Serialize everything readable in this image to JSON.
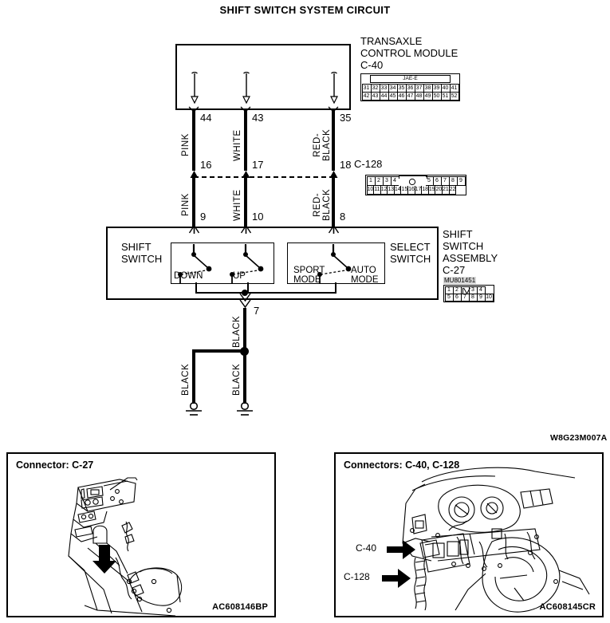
{
  "title": "SHIFT SWITCH SYSTEM CIRCUIT",
  "drawing_code": "W8G23M007A",
  "tcm": {
    "name_line1": "TRANSAXLE",
    "name_line2": "CONTROL MODULE",
    "connector_id": "C-40",
    "grid_header": "JAE-E",
    "grid_row_top": [
      "31",
      "32",
      "33",
      "34",
      "35",
      "36",
      "37",
      "38",
      "39",
      "40",
      "41"
    ],
    "grid_row_bottom": [
      "42",
      "43",
      "44",
      "45",
      "46",
      "47",
      "48",
      "49",
      "50",
      "51",
      "52"
    ]
  },
  "c128": {
    "label": "C-128",
    "pin_at_junction": "18",
    "grid_row_top": [
      "1",
      "2",
      "3",
      "4",
      "",
      "5",
      "6",
      "7",
      "8",
      "9"
    ],
    "grid_row_bottom": [
      "10",
      "11",
      "12",
      "13",
      "14",
      "15",
      "16",
      "17",
      "18",
      "19",
      "20",
      "21",
      "22"
    ]
  },
  "wires": [
    {
      "color": "PINK",
      "color_display": "PINK",
      "tcm_pin": "44",
      "junction_pin": "16",
      "switch_pin": "9"
    },
    {
      "color": "WHITE",
      "color_display": "WHITE",
      "tcm_pin": "43",
      "junction_pin": "17",
      "switch_pin": "10"
    },
    {
      "color": "RED-BLACK",
      "color_display": "RED-\nBLACK",
      "tcm_pin": "35",
      "junction_pin": "18",
      "switch_pin": "8"
    }
  ],
  "switch_assembly": {
    "shift_switch_label_line1": "SHIFT",
    "shift_switch_label_line2": "SWITCH",
    "select_switch_label_line1": "SELECT",
    "select_switch_label_line2": "SWITCH",
    "contacts": {
      "down": "DOWN",
      "up": "UP",
      "sport_mode_line1": "SPORT",
      "sport_mode_line2": "MODE",
      "auto_mode_line1": "AUTO",
      "auto_mode_line2": "MODE"
    },
    "title_line1": "SHIFT",
    "title_line2": "SWITCH",
    "title_line3": "ASSEMBLY",
    "connector_id": "C-27",
    "part_number": "MU801451",
    "grid_row_top": [
      "1",
      "2",
      "V",
      "3",
      "4"
    ],
    "grid_row_bottom": [
      "5",
      "6",
      "7",
      "8",
      "9",
      "10"
    ]
  },
  "ground": {
    "pin": "7",
    "wire_label_main": "BLACK",
    "wire_label_left": "BLACK",
    "wire_label_right": "BLACK"
  },
  "panels": [
    {
      "title": "Connector: C-27",
      "code": "AC608146BP",
      "callouts": []
    },
    {
      "title": "Connectors: C-40, C-128",
      "code": "AC608145CR",
      "callouts": [
        "C-40",
        "C-128"
      ]
    }
  ]
}
